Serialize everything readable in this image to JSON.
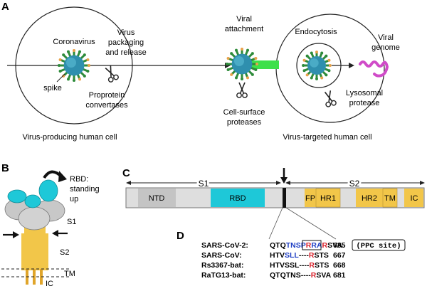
{
  "panel_a": {
    "letter": "A",
    "coronavirus": "Coronavirus",
    "spike": "spike",
    "packaging": [
      "Virus",
      "packaging",
      "and release"
    ],
    "proprotein": [
      "Proprotein",
      "convertases"
    ],
    "attachment": [
      "Viral",
      "attachment"
    ],
    "cell_surface": [
      "Cell-surface",
      "proteases"
    ],
    "endocytosis": "Endocytosis",
    "genome": [
      "Viral",
      "genome"
    ],
    "lysosomal": [
      "Lysosomal",
      "protease"
    ],
    "producing_cell": "Virus-producing human cell",
    "targeted_cell": "Virus-targeted human cell"
  },
  "panel_b": {
    "letter": "B",
    "rbd": [
      "RBD:",
      "standing",
      "up"
    ],
    "s1": "S1",
    "s2": "S2",
    "tm": "TM",
    "ic": "IC"
  },
  "panel_c": {
    "letter": "C",
    "s1": "S1",
    "s2": "S2",
    "domains": [
      "NTD",
      "RBD",
      "FP",
      "HR1",
      "HR2",
      "TM",
      "IC"
    ]
  },
  "panel_d": {
    "letter": "D",
    "ppc_label": "(PPC site)",
    "rows": [
      {
        "name": "SARS-CoV-2:",
        "pre": "QTQ",
        "blue": "TNSP",
        "red": "RRAR",
        "post": "SVA",
        "num": "685"
      },
      {
        "name": "SARS-CoV:",
        "pre": "HTV",
        "blue": "SLL",
        "red": "----R",
        "post": "STS",
        "num": "667"
      },
      {
        "name": "Rs3367-bat:",
        "pre": "HTVSSL",
        "blue": "",
        "red": "----R",
        "post": "STS",
        "num": "668"
      },
      {
        "name": "RaTG13-bat:",
        "pre": "QTQTNS",
        "blue": "",
        "red": "----R",
        "post": "SVA",
        "num": "681"
      }
    ]
  },
  "colors": {
    "virus_body": "#2f8fae",
    "virus_spike": "#2e8b3a",
    "virus_spike_tip": "#e8a24a",
    "rbd": "#1ec8d8",
    "s2": "#f2c649",
    "domain_gray": "#c8c8c8",
    "attach_green": "#3ee04a",
    "genome": "#d04cc8",
    "seq_blue": "#1f3fc4",
    "seq_red": "#d8202a"
  }
}
